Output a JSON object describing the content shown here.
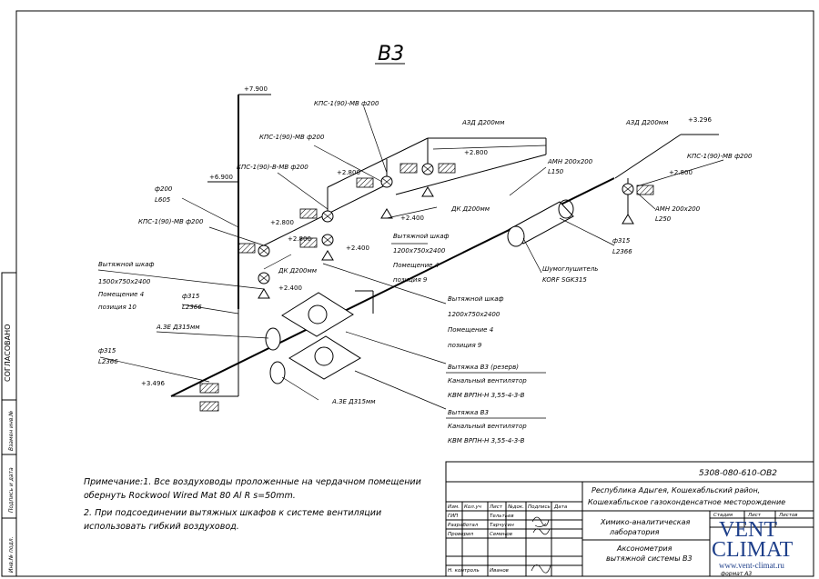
{
  "drawing": {
    "title": "В3",
    "elevations": [
      "+7.900",
      "+6.900",
      "+3.296",
      "+3.496",
      "+2.800",
      "+2.400"
    ],
    "labels": {
      "kps_mv_1": "КПС-1(90)-МВ ф200",
      "kps_mv_2": "КПС-1(90)-МВ ф200",
      "kps_mv_3": "КПС-1(90)-МВ ф200",
      "kps_mv_4": "КПС-1(90)-МВ ф200",
      "kps_b_mv": "КПС-1(90)-В-МВ ф200",
      "azd_1": "АЗД Д200мм",
      "azd_2": "АЗД Д200мм",
      "amn_1": "АМН 200х200",
      "amn_1_len": "L150",
      "amn_2": "АМН 200х200",
      "amn_2_len": "L250",
      "dk_1": "ДК Д200мм",
      "dk_2": "ДК Д200мм",
      "f200": "ф200",
      "l605": "L605",
      "f315_a": "ф315",
      "l2366_a": "L2366",
      "f315_b": "ф315",
      "l2366_b": "L2366",
      "f315_c": "ф315",
      "l2366_c": "L2366",
      "aze_1": "А.ЗЕ Д315мм",
      "aze_2": "А.ЗЕ Д315мм",
      "silencer": "Шумоглушитель",
      "silencer_model": "KORF SGK315",
      "cab1_title": "Вытяжной шкаф",
      "cab1_size": "1500х750х2400",
      "cab1_room": "Помещение 4",
      "cab1_pos": "позиция 10",
      "cab2_title": "Вытяжной шкаф",
      "cab2_size": "1200х750х2400",
      "cab2_room": "Помещение 4",
      "cab2_pos": "позиция 9",
      "cab3_title": "Вытяжной шкаф",
      "cab3_size": "1200х750х2400",
      "cab3_room": "Помещение 4",
      "cab3_pos": "позиция 9",
      "fan1_title": "Вытяжка В3 (резерв)",
      "fan1_type": "Канальный вентилятор",
      "fan1_model": "КВМ ВРПН-Н 3,55-4-3-В",
      "fan2_title": "Вытяжка В3",
      "fan2_type": "Канальный вентилятор",
      "fan2_model": "КВМ ВРПН-Н 3,55-4-3-В"
    },
    "notes": [
      "Примечание:1. Все воздуховоды проложенные на чердачном помещении",
      "обернуть Rockwool Wired Mat 80 Al R s=50mm.",
      "2. При подсоединении вытяжных шкафов к системе вентиляции",
      "использовать гибкий воздуховод."
    ]
  },
  "margin": {
    "stamp_vertical": "СОГЛАСОВАНО",
    "inv_orig": "Инв.№ подл.",
    "sign_date": "Подпись и дата",
    "inv_repl": "Взамен инв.№"
  },
  "title_block": {
    "code": "5308-080-610-ОВ2",
    "project_line1": "Республика Адыгея, Кошехабльский район,",
    "project_line2": "Кошехабльское газоконденсатное месторождение",
    "object_line1": "Химико-аналитическая",
    "object_line2": "лаборатория",
    "sheet_line1": "Аксонометрия",
    "sheet_line2": "вытяжной системы В3",
    "col_izm": "Изм.",
    "col_koluch": "Кол.уч",
    "col_list": "Лист",
    "col_ndok": "№док.",
    "col_podpis": "Подпись",
    "col_data": "Дата",
    "role_gip": "ГИП",
    "name_gip": "Тельтьев",
    "role_razrab": "Разработал",
    "name_razrab": "Тарчугин",
    "role_prov": "Проверил",
    "name_prov": "Семенов",
    "role_nkontr": "Н. контроль",
    "name_nkontr": "Иванов",
    "stadia": "Стадия",
    "list": "Лист",
    "listov": "Листов",
    "format": "формат А3"
  },
  "watermark": {
    "brand_top": "VENT",
    "brand_bottom": "CLIMAT",
    "url": "www.vent-climat.ru"
  }
}
